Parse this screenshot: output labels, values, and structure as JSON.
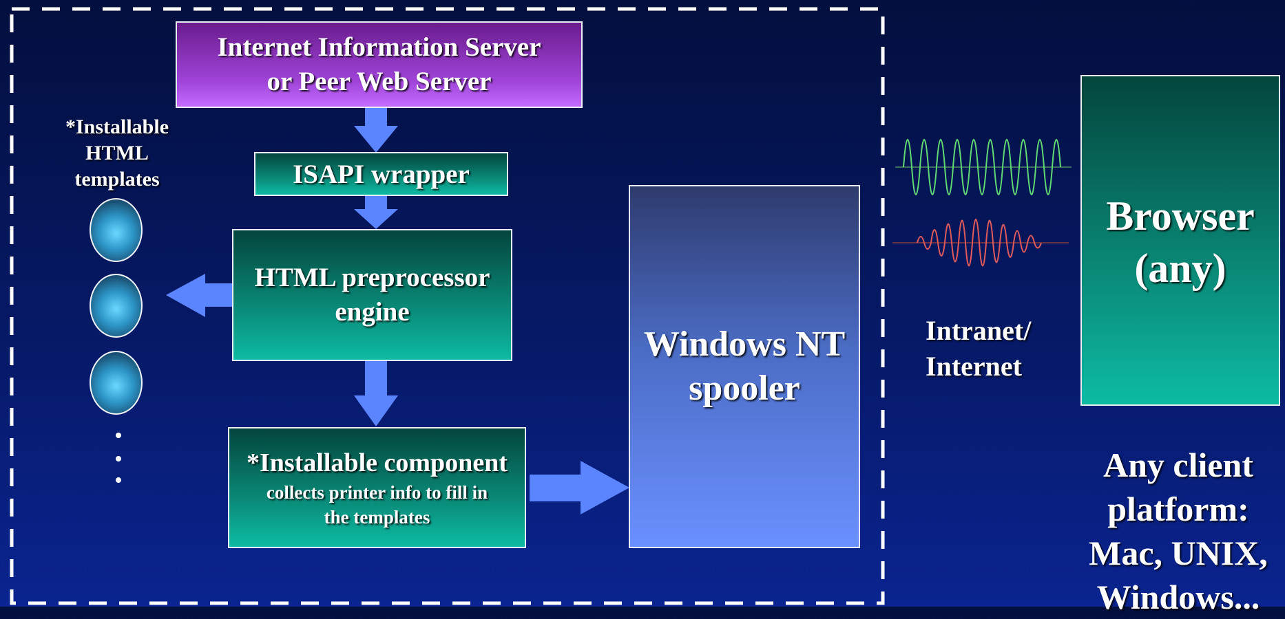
{
  "server_box": {
    "line1": "Internet Information Server",
    "line2": "or Peer Web Server"
  },
  "isapi_box": {
    "label": "ISAPI wrapper"
  },
  "preprocessor_box": {
    "line1": "HTML preprocessor",
    "line2": "engine"
  },
  "component_box": {
    "title": "*Installable component",
    "line1": "collects printer info to fill in",
    "line2": "the templates"
  },
  "spooler_box": {
    "line1": "Windows NT",
    "line2": "spooler"
  },
  "templates_label": {
    "line1": "*Installable",
    "line2": "HTML",
    "line3": "templates"
  },
  "network_label": {
    "line1": "Intranet/",
    "line2": "Internet"
  },
  "browser_box": {
    "line1": "Browser",
    "line2": "(any)"
  },
  "client_label": {
    "line1": "Any client",
    "line2": "platform:",
    "line3": "Mac, UNIX,",
    "line4": "Windows..."
  },
  "colors": {
    "arrow": "#5b84ff",
    "wave_green": "#5fd873",
    "wave_red": "#e05a5a",
    "dashed_border": "#ffffff"
  }
}
